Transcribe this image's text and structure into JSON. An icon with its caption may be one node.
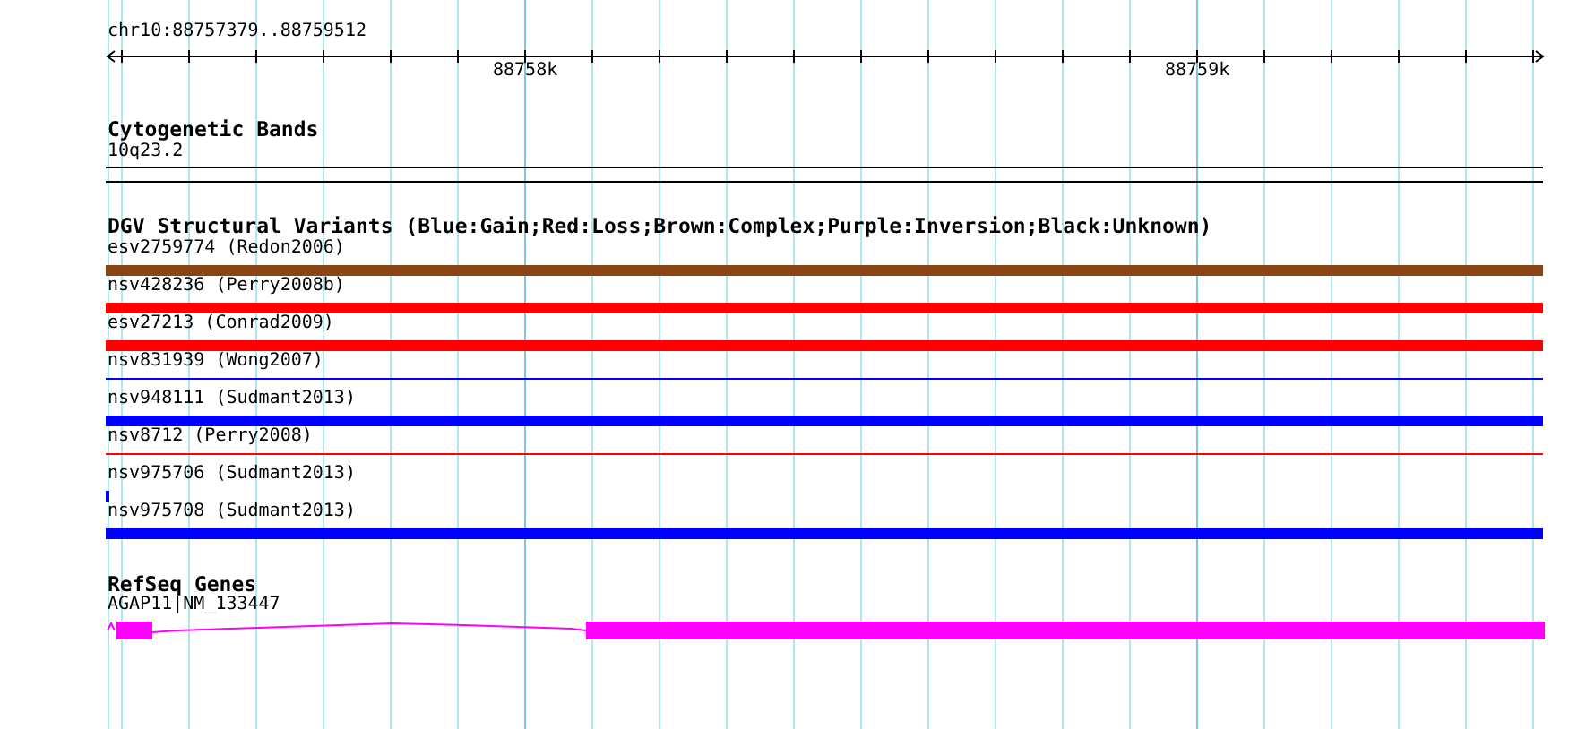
{
  "diagram": {
    "nodes": [
      {
        "text": [
          "10q23.2"
        ]
      },
      {
        "text": [
          "esv2759774 (Redon2006)"
        ]
      },
      {
        "text": [
          "nsv428236 (Perry2008b)"
        ]
      },
      {
        "text": [
          "esv27213 (Conrad2009)"
        ]
      },
      {
        "text": [
          "nsv831939 (Wong2007)"
        ]
      },
      {
        "text": [
          "nsv948111 (Sudmant2013)"
        ]
      },
      {
        "text": [
          "nsv8712 (Perry2008)"
        ]
      },
      {
        "text": [
          "nsv975706 (Sudmant2013)"
        ]
      },
      {
        "text": [
          "nsv975708 (Sudmant2013)"
        ]
      },
      {
        "text": [
          "AGAP11|NM_133447"
        ]
      }
    ],
    "labels": [
      "chr10:88757379..88759512",
      "88758k",
      "88759k",
      "Cytogenetic Bands",
      "DGV Structural Variants (Blue:Gain;Red:Loss;Brown:Complex;Purple:Inversion;Black:Unknown)",
      "RefSeq Genes"
    ]
  }
}
